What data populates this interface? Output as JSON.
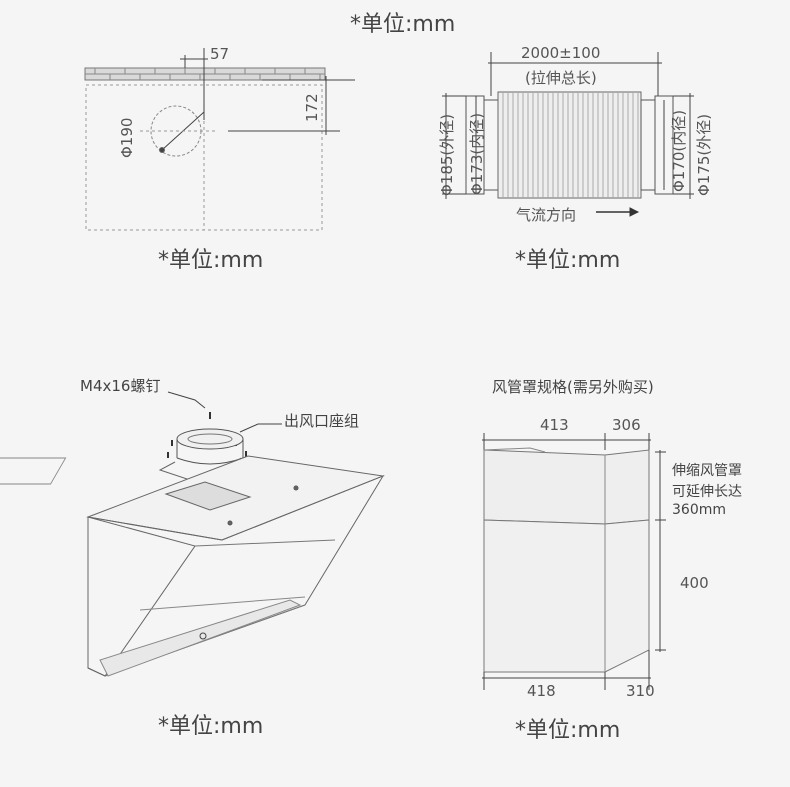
{
  "unit_labels": {
    "top": "*单位:mm",
    "ceiling": "*单位:mm",
    "duct": "*单位:mm",
    "hood": "*单位:mm",
    "cover": "*单位:mm"
  },
  "ceiling_plan": {
    "offset": "57",
    "height": "172",
    "diameter": "Φ190"
  },
  "duct": {
    "length": "2000±100",
    "length_note": "(拉伸总长)",
    "left_outer": "Φ185(外径)",
    "left_inner": "Φ173(内径)",
    "right_inner": "Φ170(内径)",
    "right_outer": "Φ175(外径)",
    "airflow": "气流方向"
  },
  "hood": {
    "screw_label": "M4x16螺钉",
    "outlet_label": "出风口座组"
  },
  "cover": {
    "title": "风管罩规格(需另外购买)",
    "top_width": "413",
    "top_depth": "306",
    "extend_line1": "伸缩风管罩",
    "extend_line2": "可延伸长达",
    "extend_line3": "360mm",
    "height": "400",
    "bottom_width": "418",
    "bottom_depth": "310"
  }
}
